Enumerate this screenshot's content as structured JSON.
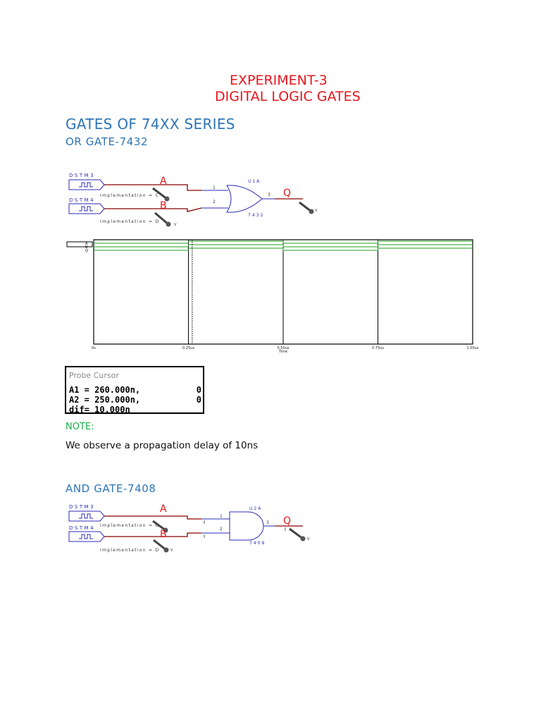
{
  "document": {
    "title": "EXPERIMENT-3",
    "subtitle": "DIGITAL LOGIC GATES",
    "section_heading": "GATES OF 74XX SERIES",
    "or_heading": "OR GATE-7432",
    "and_heading": "AND GATE-7408",
    "note_label": "NOTE:",
    "note_text": "We observe a propagation delay of 10ns"
  },
  "or_circuit": {
    "source_a": "DSTM3",
    "source_b": "DSTM4",
    "input_a_label": "A",
    "input_b_label": "B",
    "output_label": "Q",
    "impl_a": "Implementation = C",
    "impl_b": "Implementation = D",
    "part_ref": "U1A",
    "part_no": "7432",
    "pin1": "1",
    "pin2": "2",
    "pin3": "3",
    "probe_v": "V"
  },
  "and_circuit": {
    "source_a": "DSTM3",
    "source_b": "DSTM4",
    "input_a_label": "A",
    "input_b_label": "B",
    "output_label": "Q",
    "impl_a": "Implementation = C",
    "impl_b": "Implementation = D",
    "part_ref": "U2A",
    "part_no": "7408",
    "pin1": "1",
    "pin2": "2",
    "pin3": "3",
    "probe_v": "V"
  },
  "probe_cursor": {
    "title": "Probe Cursor",
    "rows": [
      {
        "left": "A1 = 260.000n,",
        "right": "0"
      },
      {
        "left": "A2 = 250.000n,",
        "right": "0"
      },
      {
        "left": "dif=  10.000n",
        "right": ""
      }
    ]
  },
  "chart_data": {
    "type": "line",
    "xlabel": "Time",
    "x_ticks": [
      "0s",
      "0.25us",
      "0.50us",
      "0.75us",
      "1.00us"
    ],
    "xlim": [
      0,
      1.0
    ],
    "signals": [
      "A",
      "B",
      "Q"
    ],
    "trace_color": "#22a022",
    "cursor_positions_us": [
      0.25,
      0.26
    ],
    "transitions_us": [
      0.25,
      0.5,
      0.75
    ],
    "grid": true
  }
}
